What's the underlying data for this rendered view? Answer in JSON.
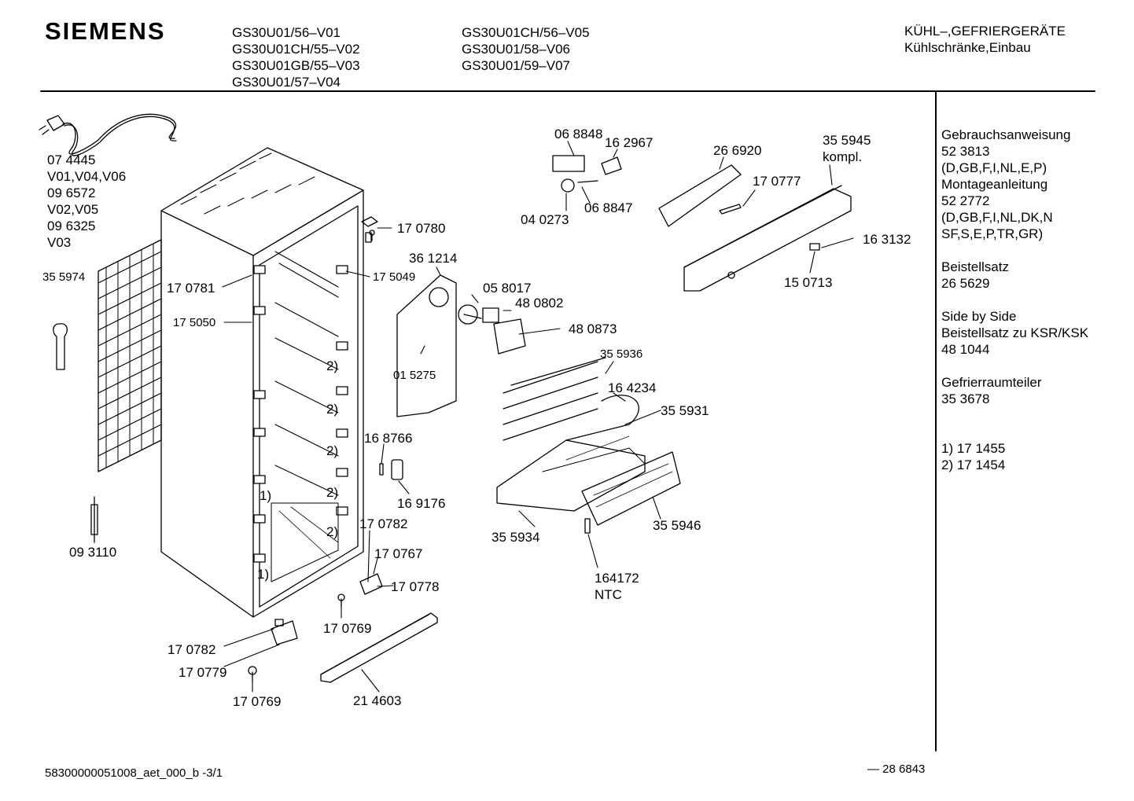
{
  "brand": "SIEMENS",
  "models_col1": [
    "GS30U01/56–V01",
    "GS30U01CH/55–V02",
    "GS30U01GB/55–V03",
    "GS30U01/57–V04"
  ],
  "models_col2": [
    "GS30U01CH/56–V05",
    "GS30U01/58–V06",
    "GS30U01/59–V07"
  ],
  "category": [
    "KÜHL–,GEFRIERGERÄTE",
    "Kühlschränke,Einbau"
  ],
  "sidebar": {
    "groups": [
      [
        "Gebrauchsanweisung",
        "52 3813",
        "(D,GB,F,I,NL,E,P)",
        "Montageanleitung",
        "52 2772",
        "(D,GB,F,I,NL,DK,N",
        "SF,S,E,P,TR,GR)"
      ],
      [
        "Beistellsatz",
        "26 5629"
      ],
      [
        "Side by Side",
        "Beistellsatz zu KSR/KSK",
        "48 1044"
      ],
      [
        "Gefrierraumteiler",
        "35 3678"
      ],
      [
        ""
      ],
      [
        "1) 17 1455",
        "2) 17 1454"
      ]
    ]
  },
  "parts": {
    "p074445": "07 4445",
    "v010406": "V01,V04,V06",
    "p096572": "09 6572",
    "v0205": "V02,V05",
    "p096325": "09 6325",
    "v03": "V03",
    "p355974": "35 5974",
    "p093110": "09 3110",
    "p170781": "17 0781",
    "p175050": "17 5050",
    "p170780": "17 0780",
    "p175049": "17 5049",
    "p361214": "36 1214",
    "p058017": "05 8017",
    "p480802": "48 0802",
    "p480873": "48 0873",
    "p015275": "01 5275",
    "p068848": "06 8848",
    "p162967": "16 2967",
    "p040273": "04 0273",
    "p068847": "06 8847",
    "p266920": "26 6920",
    "p170777": "17 0777",
    "p355945": "35 5945",
    "kompl": "kompl.",
    "p163132": "16 3132",
    "p150713": "15 0713",
    "p355936": "35 5936",
    "p164234": "16 4234",
    "p355931": "35 5931",
    "p168766": "16 8766",
    "p169176": "16 9176",
    "p170782a": "17 0782",
    "p170767": "17 0767",
    "p170778": "17 0778",
    "p170769a": "17 0769",
    "p355934": "35 5934",
    "p355946": "35 5946",
    "p164172": "164172",
    "ntc": "NTC",
    "p170782b": "17 0782",
    "p170779": "17 0779",
    "p170769b": "17 0769",
    "p214603": "21 4603",
    "fn2": "2)",
    "fn1": "1)"
  },
  "footer": {
    "doc_id": "58300000051008_aet_000_b  -3/1",
    "ref": "28 6843"
  }
}
